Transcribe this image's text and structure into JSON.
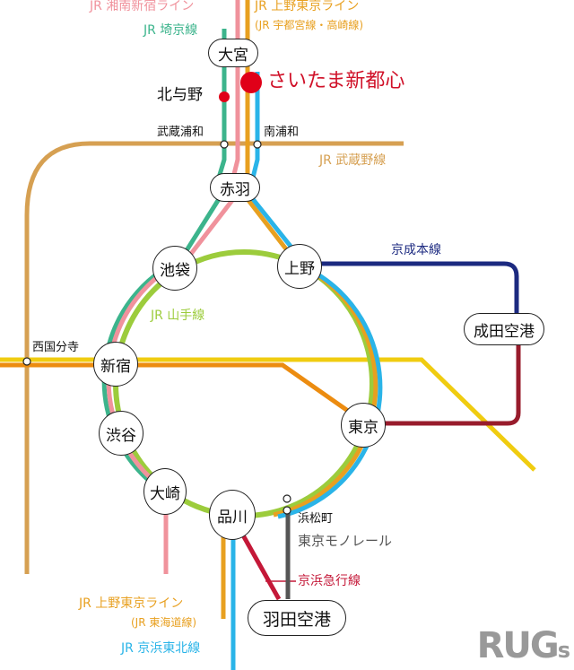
{
  "colors": {
    "saikyo": "#3cb48c",
    "shonan_shinjuku": "#f0929c",
    "ueno_tokyo": "#e8a020",
    "keihin_tohoku": "#2ab4e8",
    "yamanote": "#9ccc3c",
    "musashino": "#d6a052",
    "chuo": "#ec8c10",
    "sobu": "#f0cc10",
    "keisei": "#1c2a80",
    "narita_link": "#981c2c",
    "keikyu": "#c41838",
    "monorail": "#555555",
    "highlight": "#e00018"
  },
  "lines": {
    "shonan_shinjuku": "JR 湘南新宿ライン",
    "ueno_tokyo_top": "JR 上野東京ライン",
    "ueno_tokyo_top_sub": "(JR 宇都宮線・高崎線)",
    "saikyo": "JR 埼京線",
    "musashino": "JR 武蔵野線",
    "yamanote": "JR 山手線",
    "keisei": "京成本線",
    "monorail": "東京モノレール",
    "keikyu": "京浜急行線",
    "ueno_tokyo_bottom": "JR 上野東京ライン",
    "ueno_tokyo_bottom_sub": "(JR 東海道線)",
    "keihin_tohoku": "JR 京浜東北線"
  },
  "stations": {
    "omiya": "大宮",
    "saitama_shintoshin": "さいたま新都心",
    "kitayono": "北与野",
    "musashi_urawa": "武蔵浦和",
    "minami_urawa": "南浦和",
    "akabane": "赤羽",
    "ikebukuro": "池袋",
    "ueno": "上野",
    "narita": "成田空港",
    "nishi_kokubunji": "西国分寺",
    "shinjuku": "新宿",
    "tokyo": "東京",
    "shibuya": "渋谷",
    "osaki": "大崎",
    "shinagawa": "品川",
    "hamamatsucho": "浜松町",
    "haneda": "羽田空港"
  },
  "logo": {
    "main": "RUG",
    "suffix": "s"
  }
}
